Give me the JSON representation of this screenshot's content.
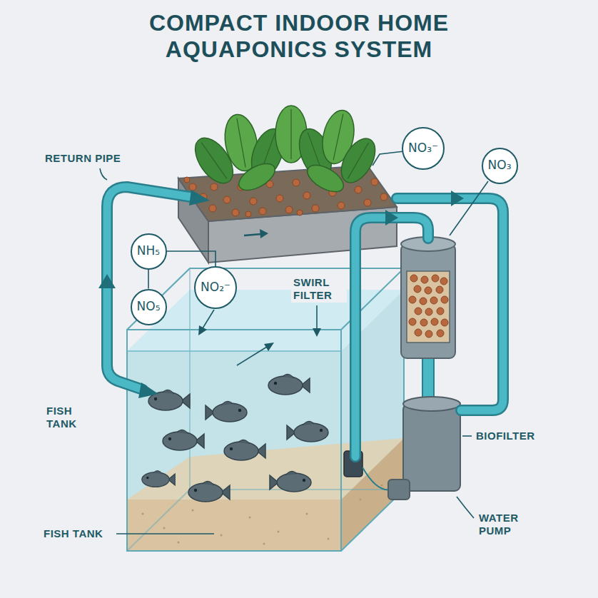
{
  "diagram": {
    "title": "COMPACT INDOOR HOME AQUAPONICS SYSTEM",
    "nodes": [
      {
        "text": [
          "NO₃⁻"
        ]
      },
      {
        "text": [
          "NO₃"
        ]
      },
      {
        "text": [
          "NH₅"
        ]
      },
      {
        "text": [
          "NO₂⁻"
        ]
      },
      {
        "text": [
          "NO₅"
        ]
      }
    ],
    "edges": [
      {
        "from": 2,
        "to": 3,
        "arrow": "none"
      },
      {
        "from": 2,
        "to": 4,
        "arrow": "none"
      }
    ],
    "labels": [
      "RETURN PIPE",
      "SWIRL FILTER",
      "FISH TANK",
      "BIOFILTER",
      "FISH TANK",
      "WATER PUMP"
    ]
  }
}
